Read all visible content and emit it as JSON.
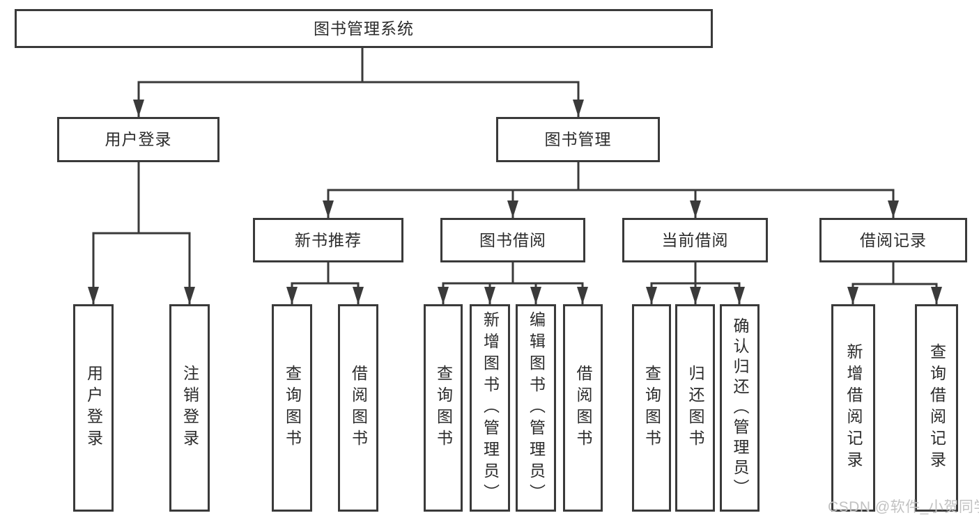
{
  "diagram": {
    "title": "图书管理系统",
    "colors": {
      "line": "#3a3a3a",
      "box_border": "#3a3a3a",
      "text": "#2b2b2b",
      "watermark": "#c2c2c2",
      "background": "#ffffff"
    },
    "tree": {
      "root": {
        "label": "图书管理系统"
      },
      "branches": [
        {
          "label": "用户登录",
          "leaves": [
            {
              "label": "用户登录"
            },
            {
              "label": "注销登录"
            }
          ]
        },
        {
          "label": "图书管理",
          "groups": [
            {
              "label": "新书推荐",
              "leaves": [
                {
                  "label": "查询图书"
                },
                {
                  "label": "借阅图书"
                }
              ]
            },
            {
              "label": "图书借阅",
              "leaves": [
                {
                  "label": "查询图书"
                },
                {
                  "label": "新增图书（管理员）"
                },
                {
                  "label": "编辑图书（管理员）"
                },
                {
                  "label": "借阅图书"
                }
              ]
            },
            {
              "label": "当前借阅",
              "leaves": [
                {
                  "label": "查询图书"
                },
                {
                  "label": "归还图书"
                },
                {
                  "label": "确认归还（管理员）"
                }
              ]
            },
            {
              "label": "借阅记录",
              "leaves": [
                {
                  "label": "新增借阅记录"
                },
                {
                  "label": "查询借阅记录"
                }
              ]
            }
          ]
        }
      ]
    },
    "watermark": {
      "text": "CSDN @软件_小贺同学"
    }
  }
}
